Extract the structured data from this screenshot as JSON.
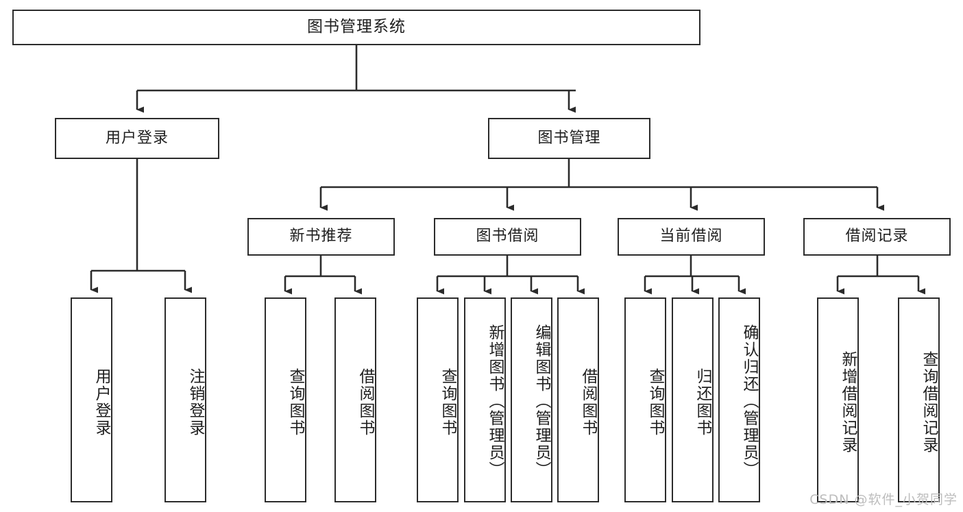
{
  "diagram": {
    "title": "图书管理系统",
    "type": "tree",
    "colors": {
      "box_border": "#2b2b2b",
      "box_fill": "#ffffff",
      "edge": "#2b2b2b",
      "text": "#1f1f1f",
      "watermark": "#bdbdbd"
    },
    "watermark": "CSDN @软件_小贺同学",
    "nodes": {
      "root": {
        "label": "图书管理系统"
      },
      "level1": [
        {
          "id": "user-login",
          "label": "用户登录"
        },
        {
          "id": "book-manage",
          "label": "图书管理"
        }
      ],
      "level2": [
        {
          "id": "new-book-rec",
          "label": "新书推荐"
        },
        {
          "id": "book-borrow",
          "label": "图书借阅"
        },
        {
          "id": "current-borrow",
          "label": "当前借阅"
        },
        {
          "id": "borrow-record",
          "label": "借阅记录"
        }
      ],
      "leaves": [
        {
          "id": "leaf-user-login",
          "label": "用户登录",
          "parent": "user-login"
        },
        {
          "id": "leaf-logout",
          "label": "注销登录",
          "parent": "user-login"
        },
        {
          "id": "leaf-query-book-1",
          "label": "查询图书",
          "parent": "new-book-rec"
        },
        {
          "id": "leaf-borrow-book-1",
          "label": "借阅图书",
          "parent": "new-book-rec"
        },
        {
          "id": "leaf-query-book-2",
          "label": "查询图书",
          "parent": "book-borrow"
        },
        {
          "id": "leaf-add-book",
          "label": "新增图书（管理员）",
          "parent": "book-borrow"
        },
        {
          "id": "leaf-edit-book",
          "label": "编辑图书（管理员）",
          "parent": "book-borrow"
        },
        {
          "id": "leaf-borrow-book-2",
          "label": "借阅图书",
          "parent": "book-borrow"
        },
        {
          "id": "leaf-query-book-3",
          "label": "查询图书",
          "parent": "current-borrow"
        },
        {
          "id": "leaf-return-book",
          "label": "归还图书",
          "parent": "current-borrow"
        },
        {
          "id": "leaf-confirm-return",
          "label": "确认归还（管理员）",
          "parent": "current-borrow"
        },
        {
          "id": "leaf-add-record",
          "label": "新增借阅记录",
          "parent": "borrow-record"
        },
        {
          "id": "leaf-query-record",
          "label": "查询借阅记录",
          "parent": "borrow-record"
        }
      ]
    }
  }
}
